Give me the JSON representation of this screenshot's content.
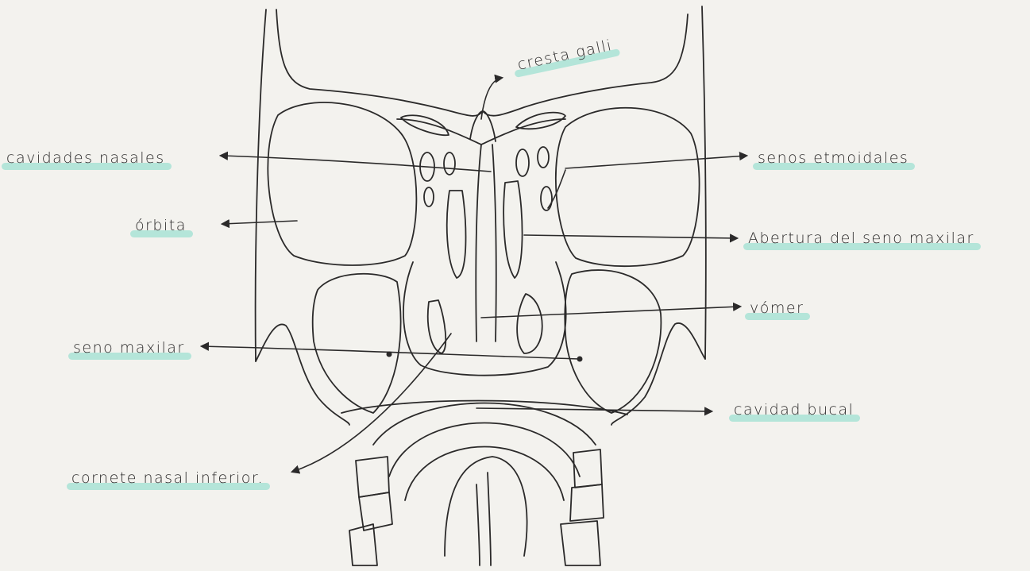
{
  "highlight_color": "#9fe0d2",
  "ink_color": "#2b2a2a",
  "labels": {
    "cresta_galli": "cresta galli",
    "cavidades_nasales": "cavidades nasales",
    "senos_etmoidales": "senos etmoidales",
    "orbita": "órbita",
    "abertura_seno_maxilar": "Abertura del seno maxilar",
    "vomer": "vómer",
    "seno_maxilar": "seno maxilar",
    "cavidad_bucal": "cavidad bucal",
    "cornete_nasal_inferior": "cornete nasal inferior."
  }
}
